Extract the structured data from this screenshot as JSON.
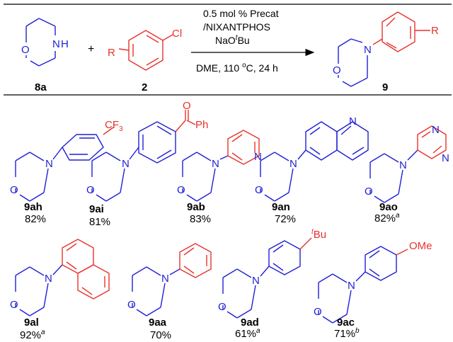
{
  "scheme": {
    "reactant_amine_atoms": {
      "N": "N",
      "H": "H",
      "O": "O"
    },
    "plus_sign": "+",
    "reactant_aryl": {
      "R": "R",
      "Cl": "Cl"
    },
    "conditions_above": [
      "0.5 mol % Precat",
      "/NIXANTPHOS",
      "NaO",
      "t",
      "Bu"
    ],
    "conditions_below": "DME, 110 °C, 24 h",
    "conditions_below_parts": {
      "pre": "DME, 110 ",
      "deg": "o",
      "post": "C, 24 h"
    },
    "product_atoms": {
      "R": "R",
      "N": "N",
      "O": "O"
    },
    "labels": {
      "amine": "8a",
      "aryl": "2",
      "product": "9"
    }
  },
  "products": [
    {
      "id": "9ah",
      "yield": "82%",
      "note": "",
      "sub": {
        "text": "CF",
        "sub": "3"
      }
    },
    {
      "id": "9ai",
      "yield": "81%",
      "note": "",
      "sub": {
        "O": "O",
        "Ph": "Ph"
      }
    },
    {
      "id": "9ab",
      "yield": "83%",
      "note": "",
      "sub": {
        "N": "N"
      }
    },
    {
      "id": "9an",
      "yield": "72%",
      "note": "",
      "sub": {
        "N": "N"
      }
    },
    {
      "id": "9ao",
      "yield": "82%",
      "note": "a",
      "sub": {
        "N": "N"
      }
    },
    {
      "id": "9al",
      "yield": "92%",
      "note": "a",
      "sub": {}
    },
    {
      "id": "9aa",
      "yield": "70%",
      "note": "",
      "sub": {}
    },
    {
      "id": "9ad",
      "yield": "61%",
      "note": "a",
      "sub": {
        "t": "t",
        "Bu": "Bu"
      }
    },
    {
      "id": "9ac",
      "yield": "71%",
      "note": "b",
      "sub": {
        "OMe": "OMe"
      }
    }
  ],
  "colors": {
    "amine": "#1f1fd6",
    "aryl": "#e8322c",
    "text": "#000000"
  }
}
